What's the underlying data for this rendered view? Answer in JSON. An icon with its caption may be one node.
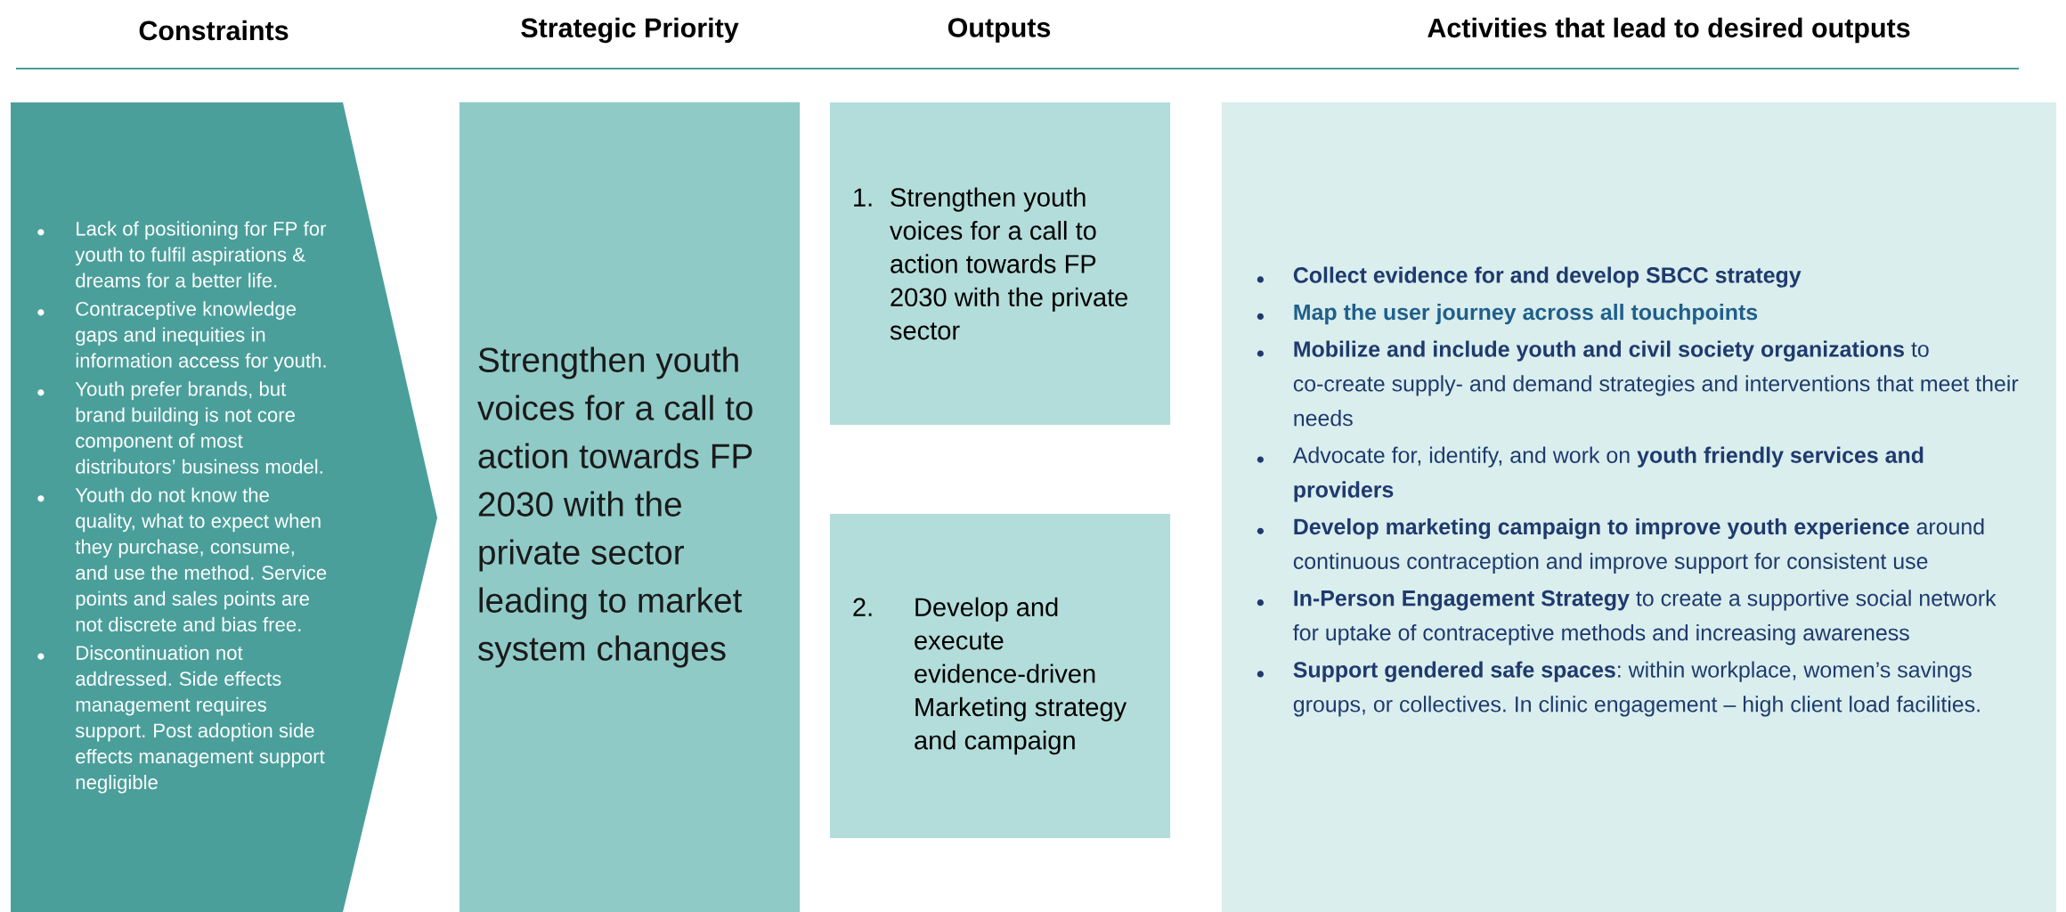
{
  "diagram": {
    "nodes": [
      {
        "text": [
          "Lack of positioning for FP for youth to fulfil aspirations & dreams for a better life.",
          "Contraceptive knowledge gaps and inequities in information access for youth.",
          "Youth prefer brands, but brand building is not core component of most distributors’ business model.",
          "Youth do not know the quality, what to expect when they purchase, consume, and use the method. Service points and sales points are not discrete and bias free.",
          "Discontinuation not addressed. Side effects management requires support. Post adoption side effects management support negligible"
        ]
      },
      {
        "text": [
          "Strengthen youth voices for a call to action towards FP 2030 with the private sector leading to market system changes"
        ]
      },
      {
        "text": [
          "1.",
          "Strengthen youth voices for a call to action towards FP 2030 with the private sector"
        ]
      },
      {
        "text": [
          "2.",
          "Develop and execute evidence-driven Marketing strategy and campaign"
        ]
      },
      {
        "text": [
          "Collect evidence for and develop SBCC strategy",
          "Map the user journey across all touchpoints",
          "**Mobilize and include youth and civil society organizations** to co-create supply- and demand strategies and interventions that meet their needs",
          "Advocate for, identify, and work on **youth friendly services and providers**",
          "**Develop marketing campaign to improve youth experience** around continuous contraception and improve support for consistent use",
          "**In-Person Engagement Strategy** to create a supportive social network for uptake of contraceptive methods and increasing awareness",
          "**Support gendered safe spaces**: within workplace, women’s savings groups, or collectives. In clinic engagement – high client load facilities."
        ]
      }
    ],
    "labels": [
      "Constraints",
      "Strategic Priority",
      "Outputs",
      "Activities that lead to desired outputs"
    ]
  }
}
